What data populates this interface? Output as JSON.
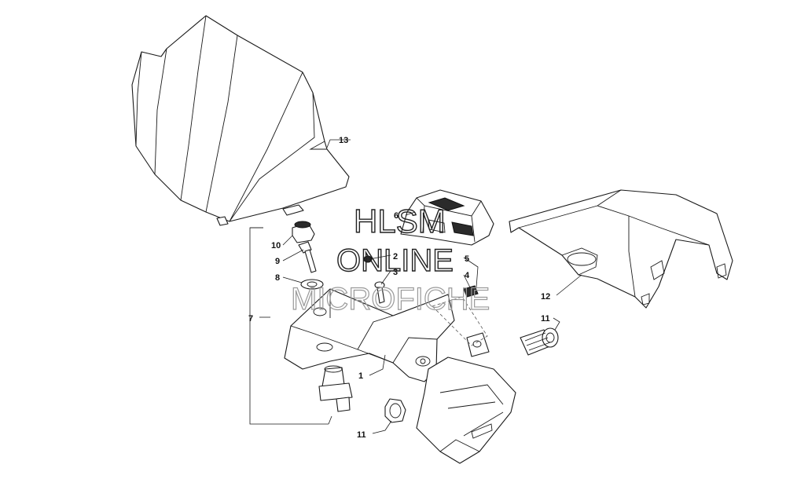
{
  "watermark": {
    "line1": "HLSM",
    "line2": "ONLINE",
    "line3": "MICROFICHE"
  },
  "callouts": {
    "c1": "1",
    "c2": "2",
    "c3": "3",
    "c4": "4",
    "c5": "5",
    "c6": "6",
    "c7": "7",
    "c8": "8",
    "c9": "9",
    "c10": "10",
    "c11a": "11",
    "c11b": "11",
    "c12": "12",
    "c13": "13"
  }
}
